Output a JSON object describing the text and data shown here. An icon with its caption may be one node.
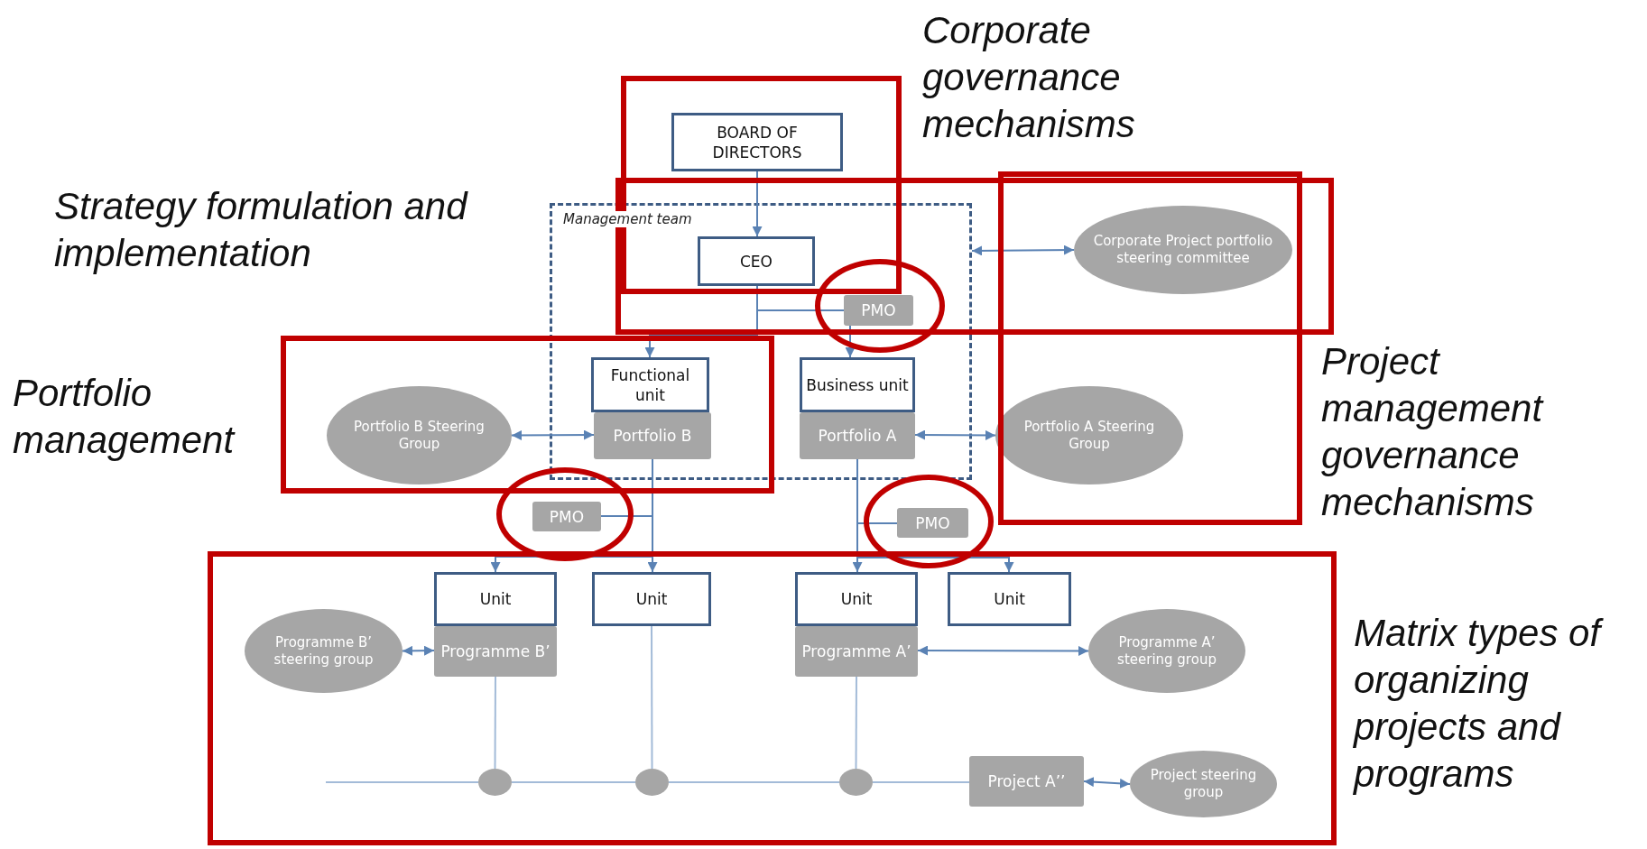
{
  "diagram": {
    "nodes": [
      {
        "text": [
          "BOARD OF DIRECTORS"
        ]
      },
      {
        "text": [
          "Management team"
        ]
      },
      {
        "text": [
          "CEO"
        ],
        "in": 1
      },
      {
        "text": [
          "Corporate Project portfolio steering committee"
        ]
      },
      {
        "text": [
          "PMO"
        ],
        "in": 1
      },
      {
        "text": [
          "Functional unit"
        ],
        "in": 1
      },
      {
        "text": [
          "Business unit"
        ],
        "in": 1
      },
      {
        "text": [
          "Portfolio B Steering Group"
        ]
      },
      {
        "text": [
          "Portfolio B"
        ],
        "in": 1
      },
      {
        "text": [
          "Portfolio A"
        ],
        "in": 1
      },
      {
        "text": [
          "Portfolio A Steering Group"
        ]
      },
      {
        "text": [
          "PMO"
        ]
      },
      {
        "text": [
          "PMO"
        ]
      },
      {
        "text": [
          "Unit"
        ]
      },
      {
        "text": [
          "Unit"
        ]
      },
      {
        "text": [
          "Unit"
        ]
      },
      {
        "text": [
          "Unit"
        ]
      },
      {
        "text": [
          "Programme B’ steering group"
        ]
      },
      {
        "text": [
          "Programme B’"
        ]
      },
      {
        "text": [
          "Programme A’"
        ]
      },
      {
        "text": [
          "Programme A’ steering group"
        ]
      },
      {
        "text": [],
        "shape": "circle"
      },
      {
        "text": [],
        "shape": "circle"
      },
      {
        "text": [],
        "shape": "circle"
      },
      {
        "text": [
          "Project A’’"
        ]
      },
      {
        "text": [
          "Project steering group"
        ]
      }
    ],
    "edges": [
      {
        "from": 0,
        "to": 2,
        "arrow": "to"
      },
      {
        "from": 2,
        "to": 4,
        "arrow": "none"
      },
      {
        "from": 2,
        "to": 5,
        "arrow": "to"
      },
      {
        "from": 4,
        "to": 6,
        "arrow": "to"
      },
      {
        "from": 1,
        "to": 3,
        "arrow": "both"
      },
      {
        "from": 7,
        "to": 8,
        "arrow": "both"
      },
      {
        "from": 9,
        "to": 10,
        "arrow": "both"
      },
      {
        "from": 8,
        "to": 13,
        "arrow": "to"
      },
      {
        "from": 8,
        "to": 14,
        "arrow": "to"
      },
      {
        "from": 11,
        "to": 8,
        "arrow": "none"
      },
      {
        "from": 9,
        "to": 15,
        "arrow": "to"
      },
      {
        "from": 9,
        "to": 16,
        "arrow": "to"
      },
      {
        "from": 12,
        "to": 9,
        "arrow": "none"
      },
      {
        "from": 17,
        "to": 18,
        "arrow": "both"
      },
      {
        "from": 19,
        "to": 20,
        "arrow": "both"
      },
      {
        "from": 18,
        "to": 21,
        "arrow": "none",
        "color": "#a3bbd8"
      },
      {
        "from": 14,
        "to": 22,
        "arrow": "none",
        "color": "#a3bbd8"
      },
      {
        "from": 19,
        "to": 23,
        "arrow": "none",
        "color": "#a3bbd8"
      },
      {
        "from": null,
        "to": 21,
        "arrow": "none",
        "color": "#a3bbd8"
      },
      {
        "from": 21,
        "to": 22,
        "arrow": "none",
        "color": "#a3bbd8"
      },
      {
        "from": 22,
        "to": 23,
        "arrow": "none",
        "color": "#a3bbd8"
      },
      {
        "from": 23,
        "to": 24,
        "arrow": "none",
        "color": "#a3bbd8"
      },
      {
        "from": 24,
        "to": 25,
        "arrow": "both"
      }
    ],
    "labels": [
      "Corporate governance mechanisms",
      "Strategy formulation and implementation",
      "Portfolio management",
      "Project management governance mechanisms",
      "Matrix types of organizing projects and programs"
    ]
  }
}
